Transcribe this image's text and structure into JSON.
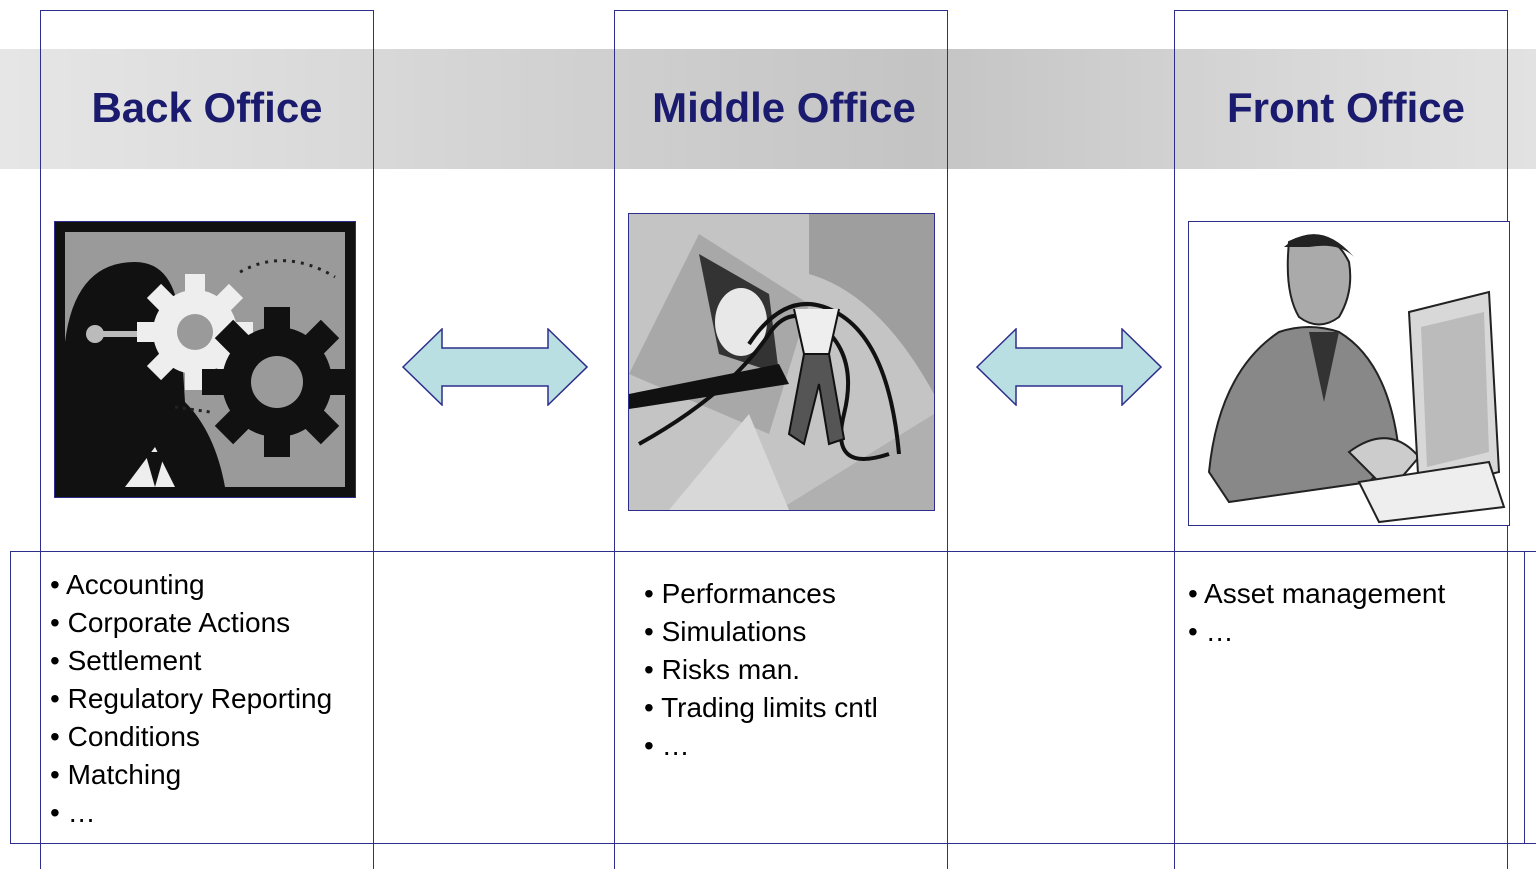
{
  "columns": [
    {
      "title": "Back Office",
      "image": "gears-head-icon",
      "items": [
        "Accounting",
        "Corporate Actions",
        "Settlement",
        "Regulatory Reporting",
        "Conditions",
        "Matching",
        "…"
      ]
    },
    {
      "title": "Middle Office",
      "image": "juggler-screen-icon",
      "items": [
        "Performances",
        "Simulations",
        "Risks man.",
        "Trading limits cntl",
        "…"
      ]
    },
    {
      "title": "Front Office",
      "image": "trader-computer-icon",
      "items": [
        "Asset management",
        "…"
      ]
    }
  ],
  "colors": {
    "line": "#2e2e8c",
    "title": "#1a1a6e",
    "arrow_fill": "#b9dfe2",
    "arrow_stroke": "#2e2e8c"
  }
}
